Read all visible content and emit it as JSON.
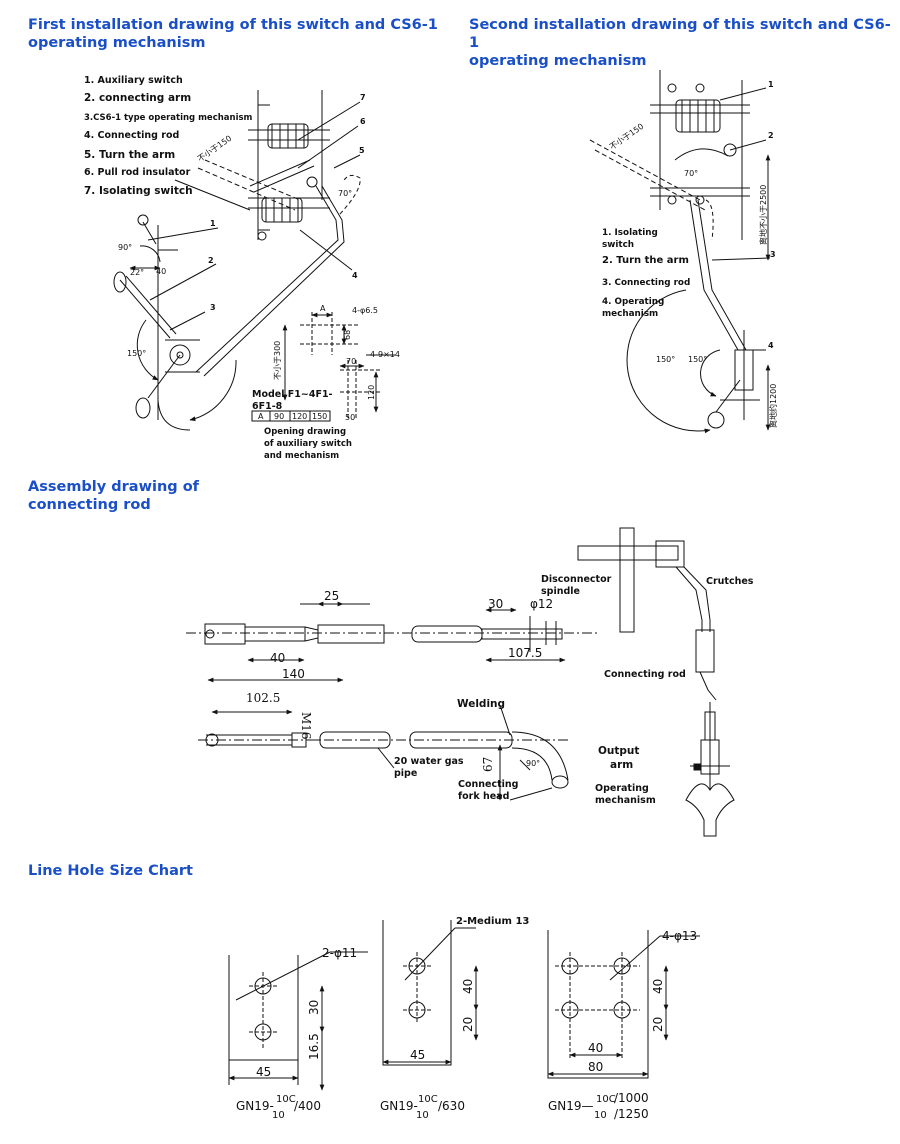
{
  "headings": {
    "first": [
      "First installation drawing of this switch and CS6-1",
      "operating mechanism"
    ],
    "second": [
      "Second installation drawing of this switch and CS6-1",
      "operating mechanism"
    ],
    "assembly": [
      "Assembly drawing of",
      "connecting rod"
    ],
    "hole_chart": "Line Hole Size Chart"
  },
  "first_drawing": {
    "legend": [
      "1. Auxiliary switch",
      "2. connecting arm",
      "3.CS6-1 type operating mechanism",
      "4. Connecting rod",
      "5. Turn the arm",
      "6. Pull rod insulator",
      "7. Isolating switch"
    ],
    "callouts": [
      "1",
      "2",
      "3",
      "4",
      "5",
      "6",
      "7"
    ],
    "dims": {
      "d150": "不小于150",
      "d300": "不小于300",
      "d40": "40",
      "d22": "22°",
      "d90": "90°",
      "d70": "70°",
      "d150deg": "150°",
      "hole_a": "4-φ6.5",
      "hole_b": "4-9×14",
      "a": "A",
      "d68": "68",
      "d70b": "70",
      "d120": "120",
      "d50": "50"
    },
    "model_table": {
      "title": "Model F1~4F1-",
      "subtitle": "6F1-8",
      "header": "A",
      "values": [
        "90",
        "120",
        "150"
      ]
    },
    "caption": [
      "Opening drawing",
      "of auxiliary switch",
      "and mechanism"
    ]
  },
  "second_drawing": {
    "legend": [
      "1. Isolating",
      "switch",
      "2. Turn the arm",
      "3. Connecting rod",
      "4. Operating",
      "mechanism"
    ],
    "callouts": [
      "1",
      "2",
      "3",
      "4"
    ],
    "dims": {
      "d150": "不小于150",
      "d70": "70°",
      "d150a": "150°",
      "d150b": "150°",
      "h2500": "离地不小于2500",
      "h1200": "离地约1200"
    }
  },
  "assembly": {
    "labels": {
      "spindle": [
        "Disconnector",
        "spindle"
      ],
      "crutches": "Crutches",
      "connecting_rod": "Connecting rod",
      "welding": "Welding",
      "pipe": [
        "20 water gas",
        "pipe"
      ],
      "fork": [
        "Connecting",
        "fork head"
      ],
      "output_arm": [
        "Output",
        "arm"
      ],
      "mechanism": [
        "Operating",
        "mechanism"
      ]
    },
    "dims": {
      "d25": "25",
      "d40": "40",
      "d140": "140",
      "d30": "30",
      "phi12": "φ12",
      "d107": "107.5",
      "d102": "102.5",
      "m16": "M16",
      "d67": "67",
      "d90": "90°"
    }
  },
  "hole_chart": {
    "plates": [
      {
        "callout": "2-φ11",
        "dims": [
          "30",
          "16.5",
          "45"
        ],
        "model": {
          "prefix": "GN19-",
          "num": "10C",
          "den": "10",
          "suffix": "/400"
        }
      },
      {
        "callout": "2-Medium 13",
        "dims": [
          "40",
          "20",
          "45"
        ],
        "model": {
          "prefix": "GN19-",
          "num": "10C",
          "den": "10",
          "suffix": "/630"
        }
      },
      {
        "callout": "4-φ13",
        "dims": [
          "40",
          "20",
          "40",
          "80"
        ],
        "model": {
          "prefix": "GN19—",
          "num": "10C",
          "den": "10",
          "suffix1": "/1000",
          "suffix2": "/1250"
        }
      }
    ]
  }
}
